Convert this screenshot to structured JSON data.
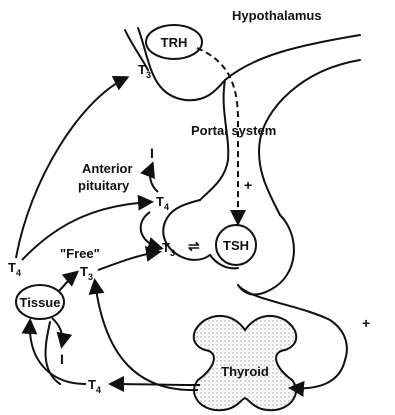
{
  "labels": {
    "hypothalamus": "Hypothalamus",
    "trh": "TRH",
    "portal_system": "Portal system",
    "anterior_pituitary": "Anterior pituitary",
    "anterior": "Anterior",
    "pituitary": "pituitary",
    "free": "\"Free\"",
    "tsh": "TSH",
    "tissue": "Tissue",
    "thyroid": "Thyroid",
    "t3": "T",
    "t3_sub": "3",
    "t4": "T",
    "t4_sub": "4",
    "equilibrium": "⇌",
    "plus": "+",
    "minus": "I"
  },
  "colors": {
    "ink": "#111111",
    "stipple": "#bbbbbb"
  }
}
